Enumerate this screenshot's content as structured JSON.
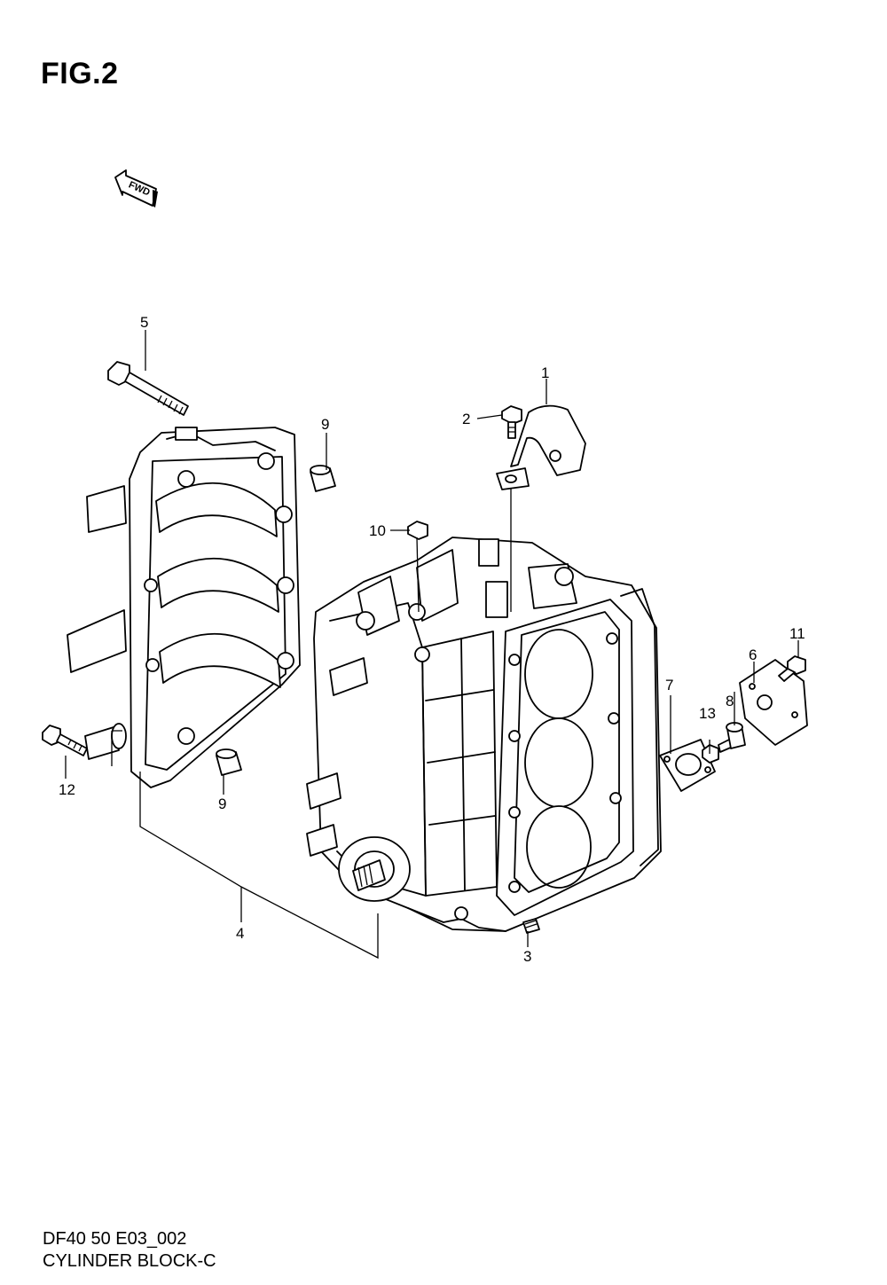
{
  "figure": {
    "title": "FIG.2",
    "fwd_label": "FWD",
    "model_code": "DF40 50 E03_002",
    "caption": "CYLINDER BLOCK-C"
  },
  "callouts": {
    "c1": "1",
    "c2": "2",
    "c3": "3",
    "c4": "4",
    "c5": "5",
    "c6": "6",
    "c7": "7",
    "c8": "8",
    "c9a": "9",
    "c9b": "9",
    "c10": "10",
    "c11": "11",
    "c12": "12",
    "c13": "13"
  }
}
